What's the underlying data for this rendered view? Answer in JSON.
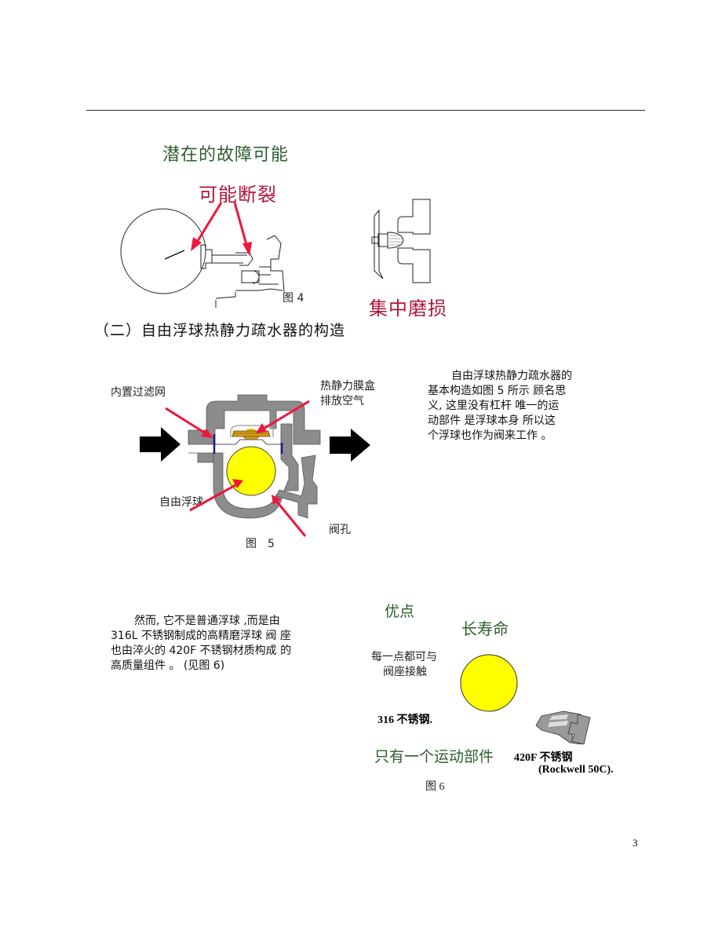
{
  "header_rule": true,
  "section_failure": {
    "title": "潜在的故障可能",
    "label_break": "可能断裂",
    "label_wear": "集中磨损",
    "figure_caption": "图 4"
  },
  "section_structure": {
    "title": "（二）自由浮球热静力疏水器的构造",
    "figure5": {
      "label_strainer": "内置过滤网",
      "label_capsule_line1": "热静力膜盒",
      "label_capsule_line2": "排放空气",
      "label_ball": "自由浮球",
      "label_orifice": "阀孔",
      "caption": "图　5"
    },
    "description_lines": [
      "自由浮球热静力疏水器的",
      "基本构造如图  5 所示  顾名思",
      "义, 这里没有杠杆  唯一的运",
      "动部件  是浮球本身  所以这",
      "个浮球也作为阀来工作 。"
    ]
  },
  "section_advantages": {
    "paragraph_lines": [
      "然而, 它不是普通浮球   ,而是由",
      "316L 不锈钢制成的高精磨浮球  阀   座",
      "也由淬火的 420F 不锈钢材质构成  的",
      "高质量组件        。 (见图  6)"
    ],
    "title_advantage": "优点",
    "title_long_life": "长寿命",
    "label_contact_line1": "每一点都可与",
    "label_contact_line2": "阀座接触",
    "label_ball_material": "316 不锈钢.",
    "title_one_part": "只有一个运动部件",
    "label_seat_material": "420F 不锈钢",
    "label_seat_hardness": "(Rockwell 50C).",
    "caption": "图 6"
  },
  "page_number": "3",
  "colors": {
    "heading_green": "#2e5d2e",
    "heading_red": "#b0173a",
    "arrow_red": "#f0163c",
    "ball_yellow": "#ffff00",
    "body_gray": "#8c8c8c",
    "capsule_gold": "#d4a017",
    "strainer_blue": "#1a1a8c"
  }
}
